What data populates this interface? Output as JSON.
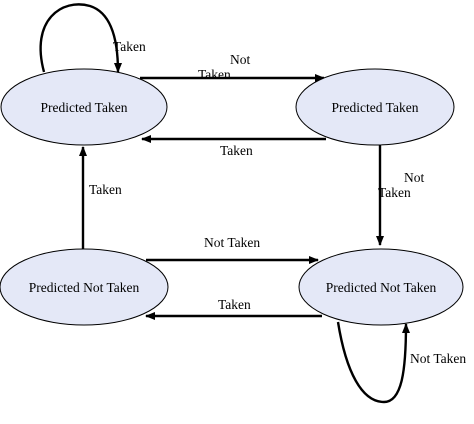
{
  "diagram": {
    "states": {
      "s1": "Predicted Taken",
      "s2": "Predicted Taken",
      "s3": "Predicted Not Taken",
      "s4": "Predicted Not Taken"
    },
    "edges": {
      "s1_self": "Taken",
      "s1_to_s2_line1": "Not",
      "s1_to_s2_line2": "Taken",
      "s2_to_s1": "Taken",
      "s2_to_s4_line1": "Not",
      "s2_to_s4_line2": "Taken",
      "s3_to_s1": "Taken",
      "s3_to_s4": "Not Taken",
      "s4_to_s3": "Taken",
      "s4_self": "Not Taken"
    },
    "colors": {
      "state_fill": "#e4e8f7",
      "stroke": "#000000"
    }
  }
}
